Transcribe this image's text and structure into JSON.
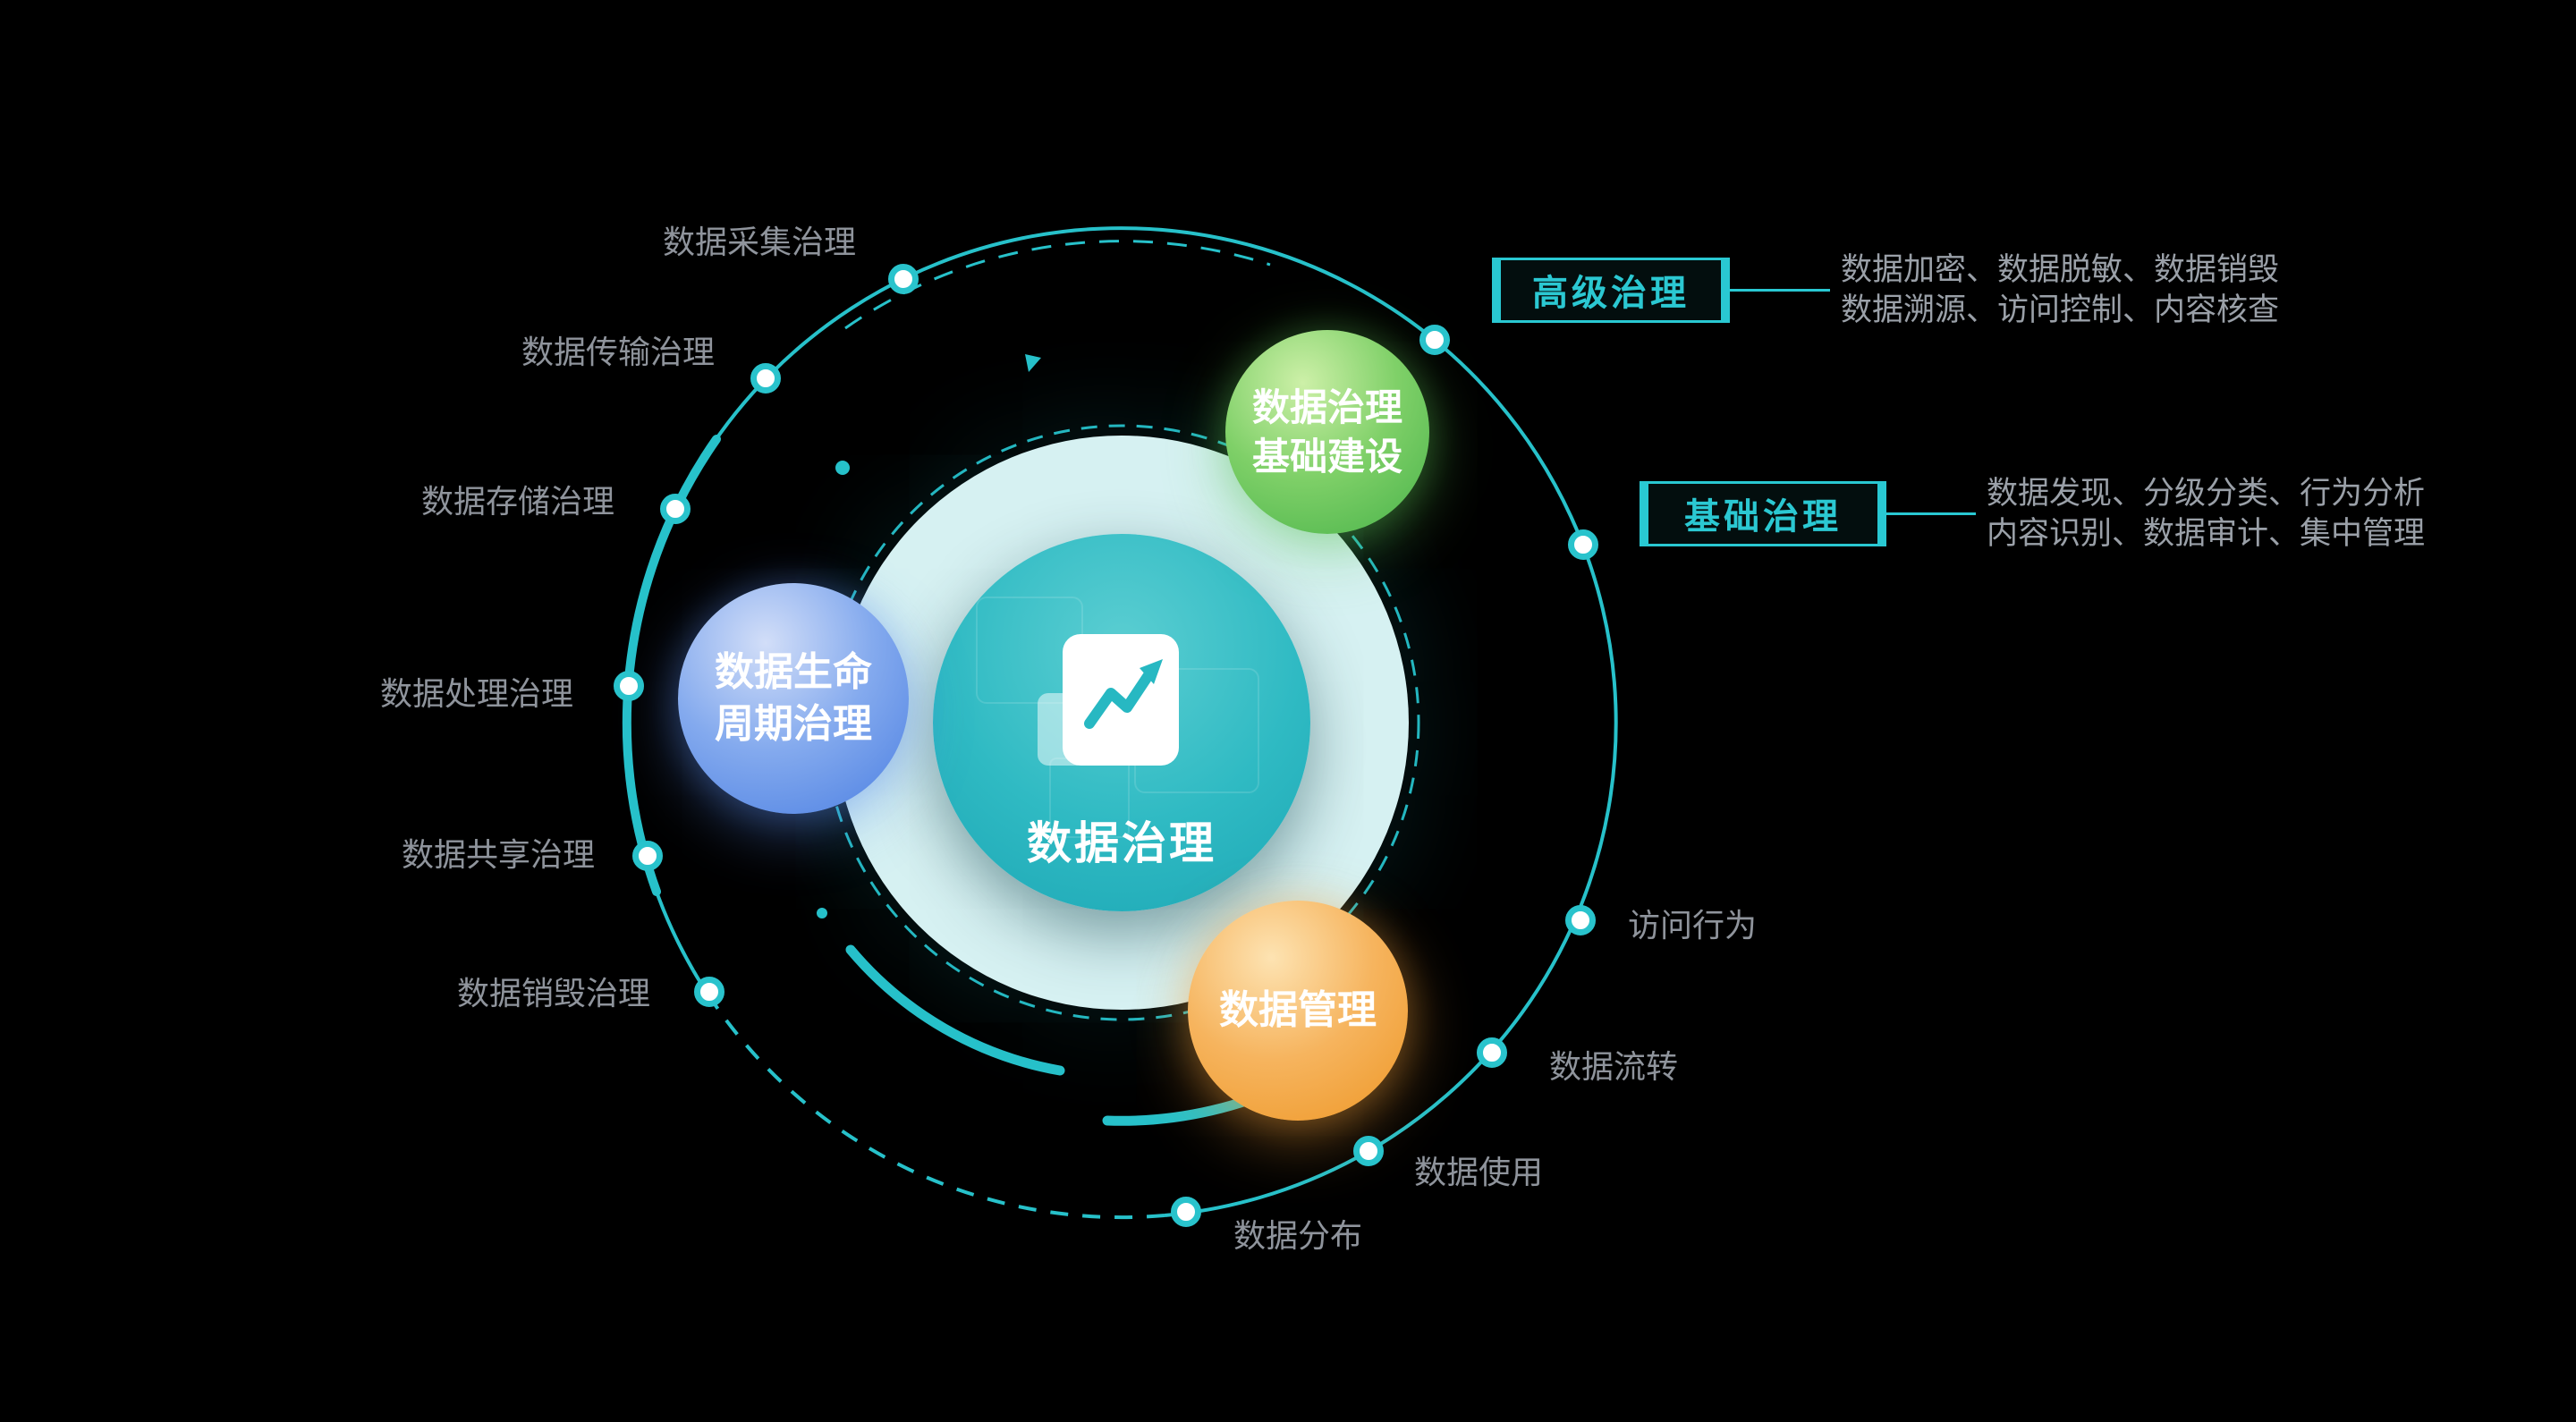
{
  "colors": {
    "background": "#000000",
    "teal": "#29c3cc",
    "pale_circle": "#d6f1f2",
    "center_circle": "#2fbac3",
    "green_satellite": "#49b34a",
    "blue_satellite": "#4b7fe2",
    "orange_satellite": "#ee9726",
    "label_gray": "#8f949c",
    "desc_gray": "#9aa0a8",
    "text_white": "#ffffff"
  },
  "center": {
    "label": "数据治理",
    "icon": "chart-document-icon"
  },
  "satellites": [
    {
      "id": "foundation",
      "label": "数据治理\n基础建设"
    },
    {
      "id": "lifecycle",
      "label": "数据生命\n周期治理"
    },
    {
      "id": "management",
      "label": "数据管理"
    }
  ],
  "orbit_labels": {
    "left": [
      "数据采集治理",
      "数据传输治理",
      "数据存储治理",
      "数据处理治理",
      "数据共享治理",
      "数据销毁治理"
    ],
    "right": [
      "访问行为",
      "数据流转",
      "数据使用",
      "数据分布"
    ]
  },
  "callouts": [
    {
      "title": "高级治理",
      "desc_line1": "数据加密、数据脱敏、数据销毁",
      "desc_line2": "数据溯源、访问控制、内容核查"
    },
    {
      "title": "基础治理",
      "desc_line1": "数据发现、分级分类、行为分析",
      "desc_line2": "内容识别、数据审计、集中管理"
    }
  ]
}
